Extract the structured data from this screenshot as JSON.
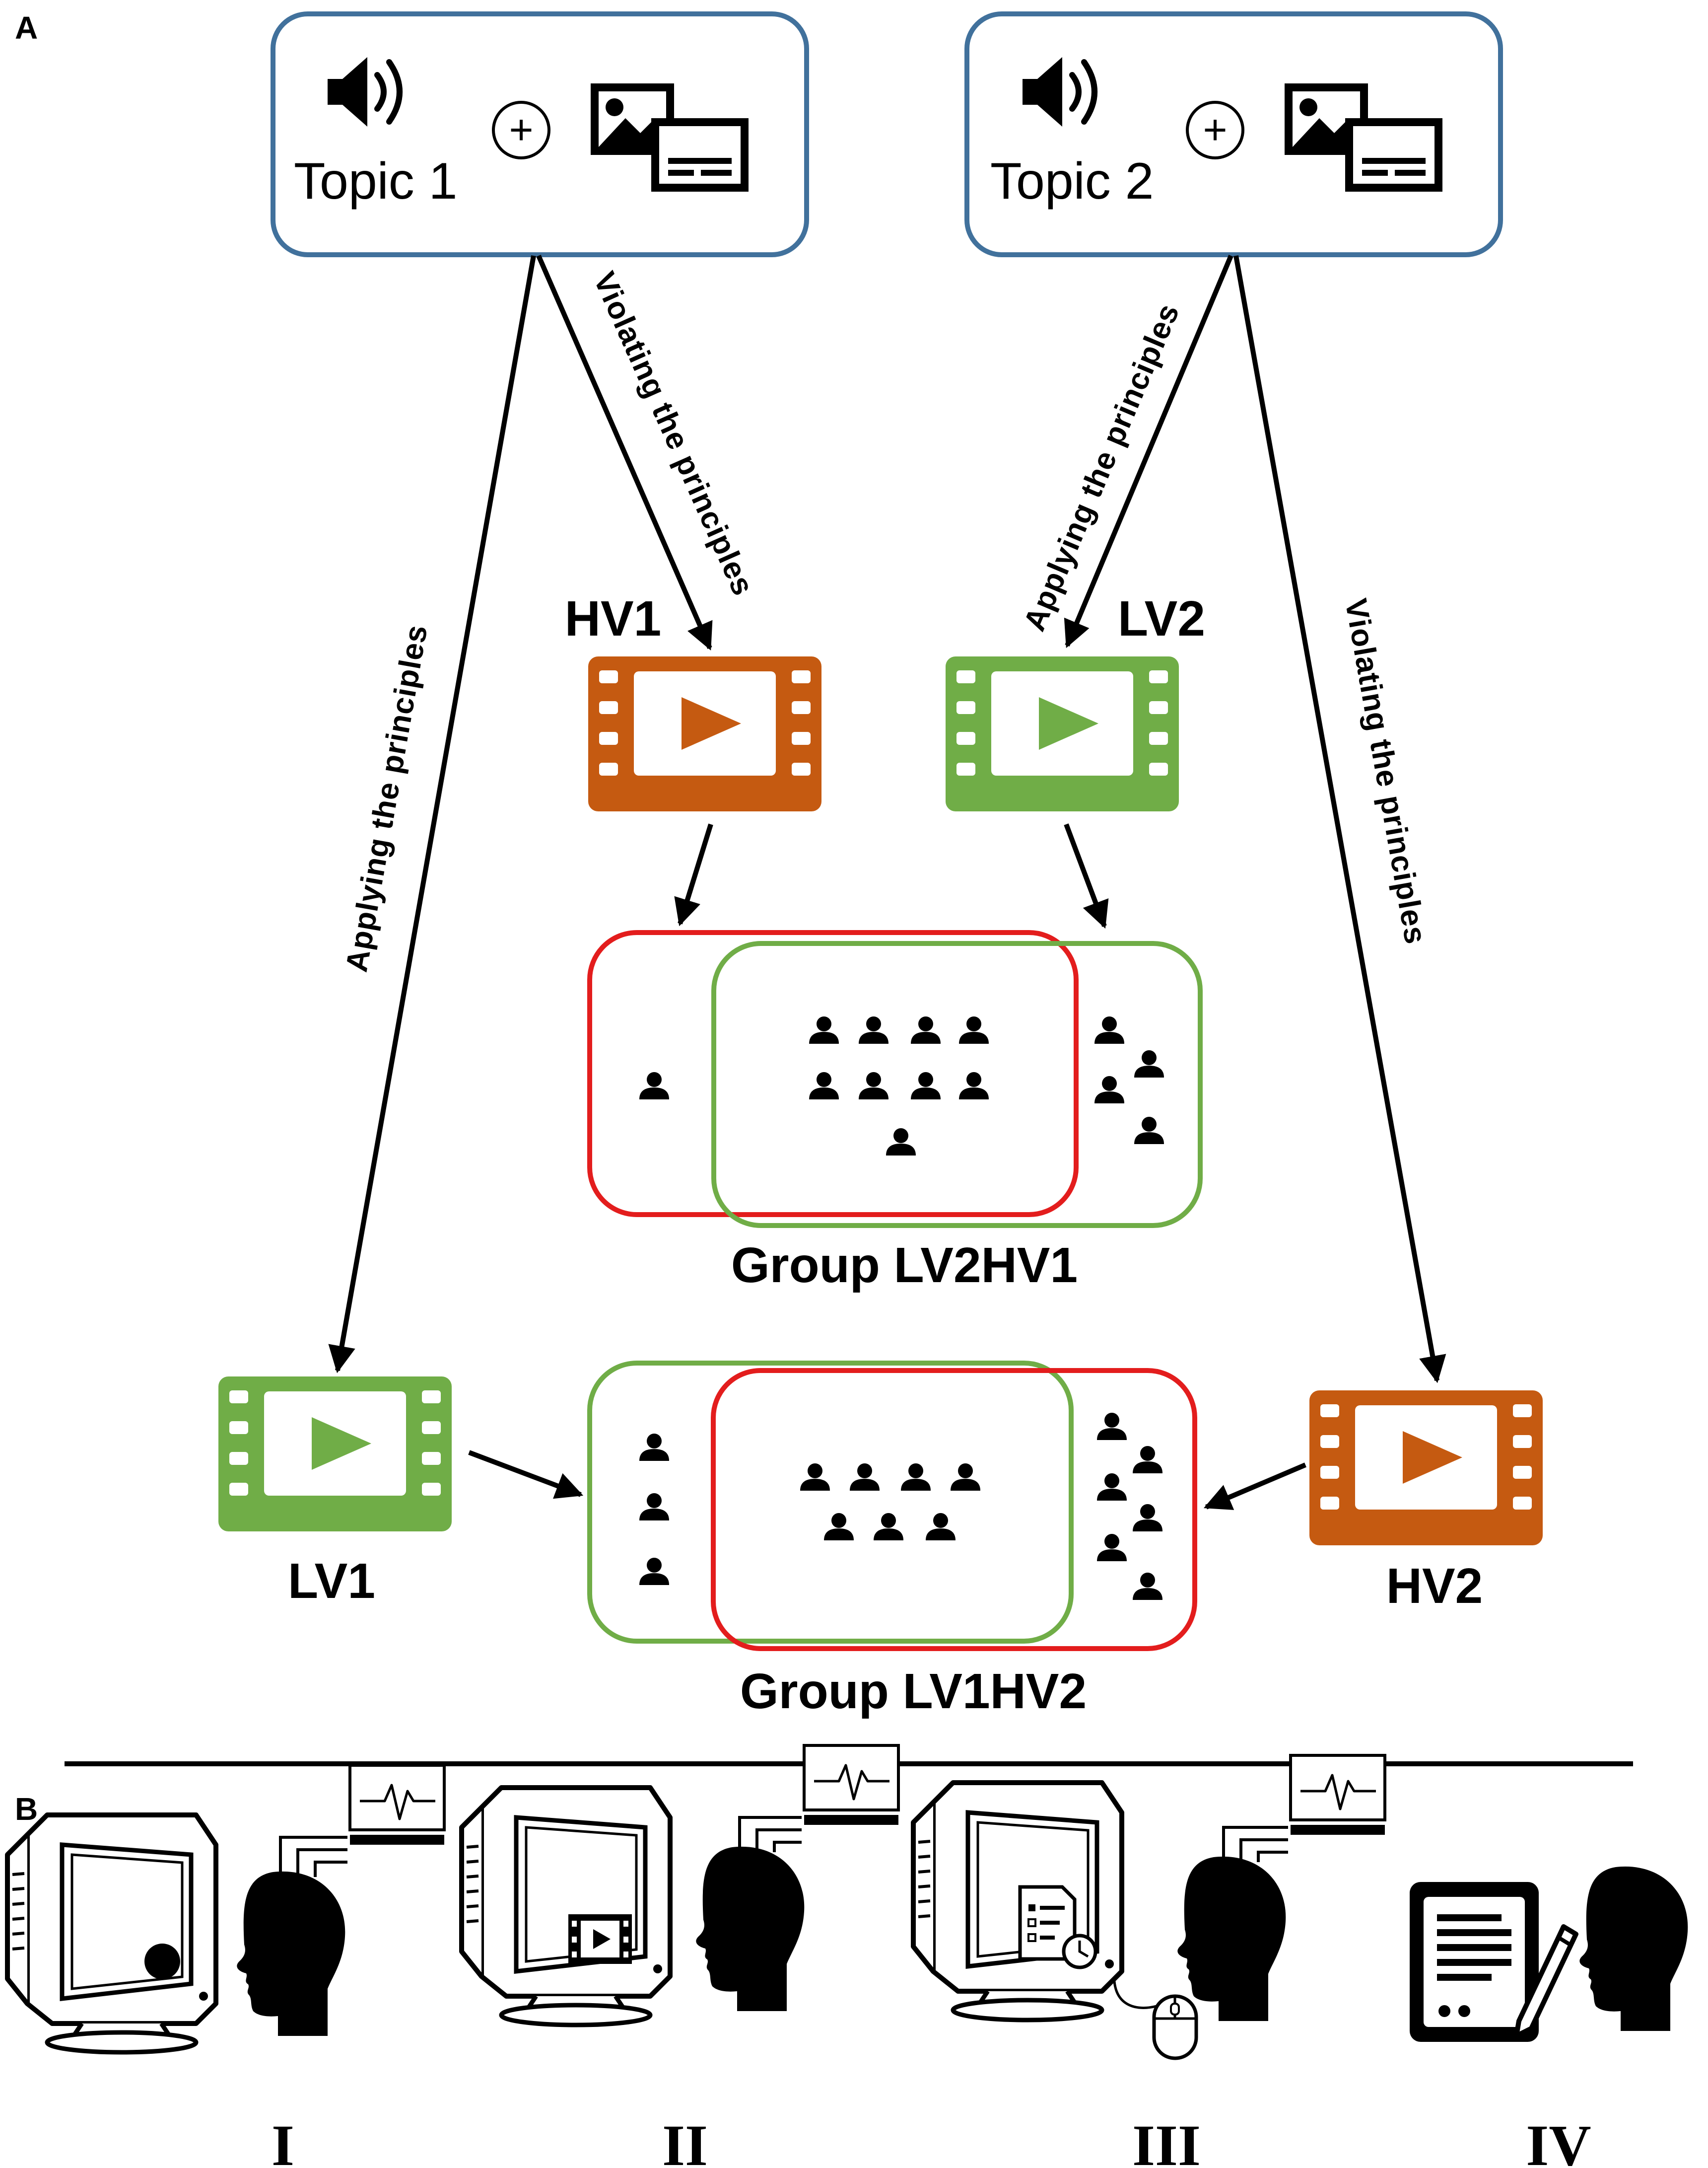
{
  "panel_a_label": "A",
  "panel_b_label": "B",
  "topics": [
    {
      "label": "Topic 1",
      "plus": "+"
    },
    {
      "label": "Topic 2",
      "plus": "+"
    }
  ],
  "videos": {
    "hv1": {
      "label": "HV1",
      "color": "#c55a11"
    },
    "lv2": {
      "label": "LV2",
      "color": "#70ad47"
    },
    "lv1": {
      "label": "LV1",
      "color": "#70ad47"
    },
    "hv2": {
      "label": "HV2",
      "color": "#c55a11"
    }
  },
  "arrow_labels": {
    "topic1_applying": "Applying the principles",
    "topic1_violating": "Violating the principles",
    "topic2_applying": "Applying the principles",
    "topic2_violating": "Violating the principles"
  },
  "groups": [
    {
      "label": "Group LV2HV1"
    },
    {
      "label": "Group LV1HV2"
    }
  ],
  "steps": [
    "I",
    "II",
    "III",
    "IV"
  ],
  "colors": {
    "topic_border": "#41719c",
    "high_load": "#c55a11",
    "low_load": "#70ad47",
    "red_frame": "#e31d1d",
    "green_frame": "#70ad47",
    "ink": "#000000"
  },
  "icons": {
    "topic": [
      "speaker-icon",
      "plus-circle-icon",
      "picture-and-text-icon"
    ],
    "video": "film-play-icon",
    "participant": "person-icon",
    "step_i": [
      "monitor-fixation-dot-icon",
      "head-icon",
      "eeg-monitor-icon"
    ],
    "step_ii": [
      "monitor-video-icon",
      "head-icon",
      "eeg-monitor-icon"
    ],
    "step_iii": [
      "monitor-test-timer-icon",
      "mouse-icon",
      "head-icon",
      "eeg-monitor-icon"
    ],
    "step_iv": [
      "questionnaire-pencil-icon",
      "head-icon"
    ]
  }
}
